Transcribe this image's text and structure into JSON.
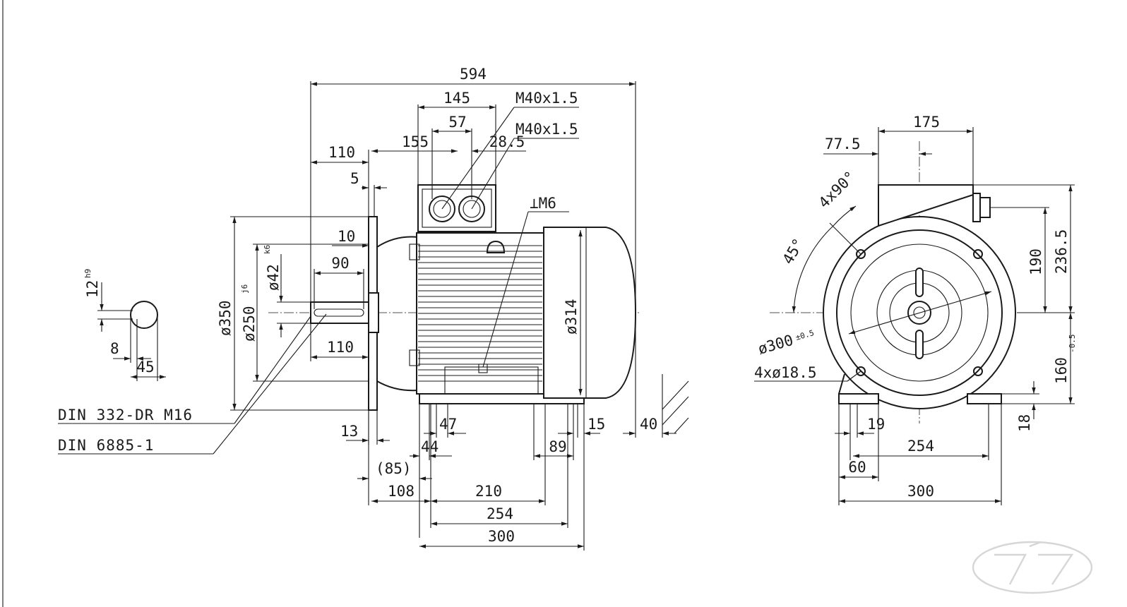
{
  "side_view": {
    "overall_length": "594",
    "terminal_box_length": "145",
    "cable_entry_spacing": "57",
    "cable_entry_offset": "28.5",
    "cable_gland_1": "M40x1.5",
    "cable_gland_2": "M40x1.5",
    "shaft_to_box": "155",
    "shaft_projection": "110",
    "flange_spigot": "5",
    "shaft_shoulder": "10",
    "key_length": "90",
    "shaft_length": "110",
    "flange_diameter": "ø350",
    "spigot_diameter": "ø250",
    "spigot_tolerance": "j6",
    "shaft_diameter": "ø42",
    "shaft_tolerance": "k6",
    "frame_diameter": "ø314",
    "earth_thread": "⊥M6",
    "flange_thickness": "13",
    "foot_offset_47": "47",
    "foot_offset_44": "44",
    "foot_offset_85": "(85)",
    "shaft_to_foot": "108",
    "foot_hole_spacing_a": "210",
    "foot_hole_spacing_b": "254",
    "foot_length": "300",
    "foot_rear": "89",
    "foot_rear_edge": "15",
    "fan_cover_gap": "40"
  },
  "shaft_section": {
    "key_width": "12",
    "key_width_tolerance": "h9",
    "key_depth": "8",
    "shaft_section_width": "45"
  },
  "notes": {
    "centre_hole": "DIN 332-DR M16",
    "key_standard": "DIN 6885-1"
  },
  "end_view": {
    "box_width": "175",
    "box_offset": "77.5",
    "hole_angle": "4x90°",
    "hole_start_angle": "45°",
    "pitch_circle": "ø300",
    "pitch_circle_tolerance": "±0.5",
    "flange_holes": "4xø18.5",
    "gland_height": "190",
    "overall_height": "236.5",
    "shaft_height": "160",
    "shaft_height_tolerance": "-0.5",
    "foot_thickness": "18",
    "foot_hole_diameter": "19",
    "foot_hole_spacing": "254",
    "foot_width_60": "60",
    "foot_width": "300"
  }
}
